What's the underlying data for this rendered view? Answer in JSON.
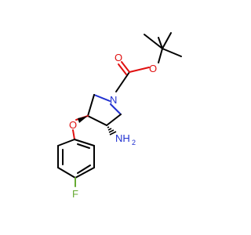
{
  "molecule": {
    "labels": {
      "carbonyl_oxygen": "O",
      "ester_oxygen": "O",
      "ring_nitrogen": "N",
      "ether_oxygen": "O",
      "amine_N": "NH",
      "amine_subscript": "2",
      "fluorine": "F"
    },
    "colors": {
      "bond": "#000000",
      "oxygen": "#e01010",
      "nitrogen": "#2030d0",
      "fluorine": "#66aa33"
    }
  }
}
